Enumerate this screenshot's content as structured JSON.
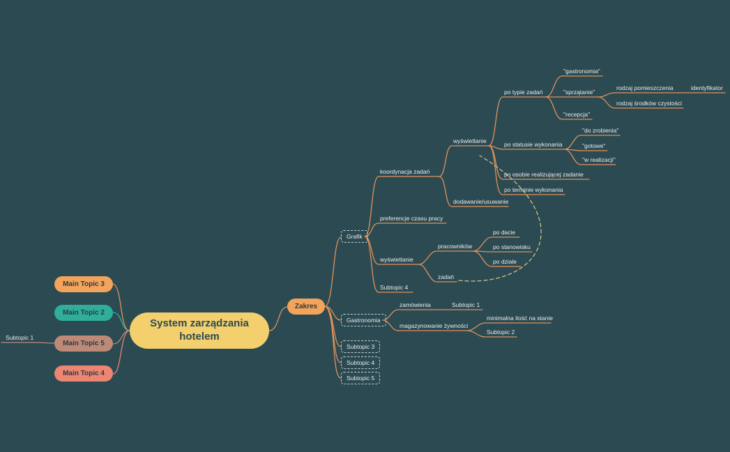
{
  "colors": {
    "background": "#2b4a52",
    "root_fill": "#f3cf6e",
    "root_text": "#2b4a52",
    "pill_orange": "#f2a35c",
    "pill_teal": "#2fae9b",
    "pill_mauve": "#bd8a78",
    "pill_salmon": "#ec8672",
    "pill_text": "#2e3b3f",
    "branch_line": "#e2925a",
    "leaf_text": "#e8edee",
    "box_border": "#c6d0d2",
    "relationship_dash": "#d4bf85"
  },
  "nodes": {
    "root": "System zarządzania hotelem",
    "main_topic_3": "Main Topic 3",
    "main_topic_2": "Main Topic 2",
    "main_topic_5": "Main Topic 5",
    "main_topic_4": "Main Topic 4",
    "left_subtopic_1": "Subtopic 1",
    "zakres": "Zakres",
    "grafik": "Grafik",
    "koordynacja_zadan": "koordynacja zadań",
    "wyswietlanie_zadania": "wyświetlanie",
    "po_typie_zadan": "po typie zadań",
    "q_gastronomia": "\"gastronomia\"",
    "q_sprzatanie": "\"sprzątanie\"",
    "q_recepcja": "\"recepcja\"",
    "rodzaj_pomieszczenia": "rodzaj pomieszczenia",
    "identyfikator": "identyfikator",
    "rodzaj_srodkow": "rodzaj środków czystości",
    "po_statusie": "po statusie wykonania",
    "q_do_zrobienia": "\"do zrobienia\"",
    "q_gotowe": "\"gotowe\"",
    "q_w_realizacji": "\"w realizacji\"",
    "po_osobie": "po osobie realizującej zadanie",
    "po_terminie": "po terminie wykonania",
    "dodawanie_usuwanie": "dodawanie/usuwanie",
    "preferencje": "preferencje czasu pracy",
    "wyswietlanie_grafik": "wyświetlanie",
    "pracownikow": "pracowników",
    "po_dacie": "po dacie",
    "po_stanowisku": "po stanowisku",
    "po_dziale": "po dziale",
    "zadan": "zadań",
    "grafik_subtopic_4": "Subtopic 4",
    "gastronomia": "Gastronomia",
    "zamowienia": "zamówienia",
    "zamowienia_subtopic_1": "Subtopic 1",
    "magazynowanie": "magazynowanie żywności",
    "minimalna_ilosc": "minimalna ilość na stanie",
    "magazyn_subtopic_2": "Subtopic 2",
    "zakres_subtopic_3": "Subtopic 3",
    "zakres_subtopic_4": "Subtopic 4",
    "zakres_subtopic_5": "Subtopic 5"
  }
}
